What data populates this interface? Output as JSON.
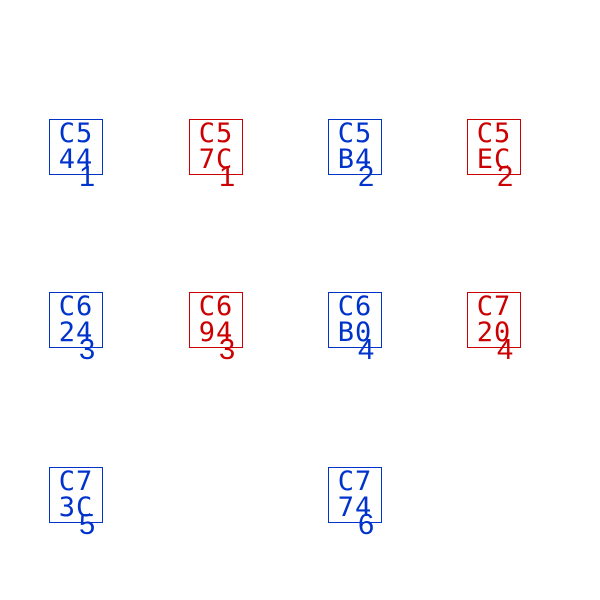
{
  "colors": {
    "blue": "#0033cc",
    "red": "#cc0000"
  },
  "glyphs": [
    {
      "top": "C5",
      "bottom": "44",
      "number": "1",
      "color": "blue"
    },
    {
      "top": "C5",
      "bottom": "7C",
      "number": "1",
      "color": "red"
    },
    {
      "top": "C5",
      "bottom": "B4",
      "number": "2",
      "color": "blue"
    },
    {
      "top": "C5",
      "bottom": "EC",
      "number": "2",
      "color": "red"
    },
    {
      "top": "C6",
      "bottom": "24",
      "number": "3",
      "color": "blue"
    },
    {
      "top": "C6",
      "bottom": "94",
      "number": "3",
      "color": "red"
    },
    {
      "top": "C6",
      "bottom": "B0",
      "number": "4",
      "color": "blue"
    },
    {
      "top": "C7",
      "bottom": "20",
      "number": "4",
      "color": "red"
    },
    {
      "top": "C7",
      "bottom": "3C",
      "number": "5",
      "color": "blue"
    },
    {
      "top": "C7",
      "bottom": "74",
      "number": "6",
      "color": "blue"
    }
  ]
}
